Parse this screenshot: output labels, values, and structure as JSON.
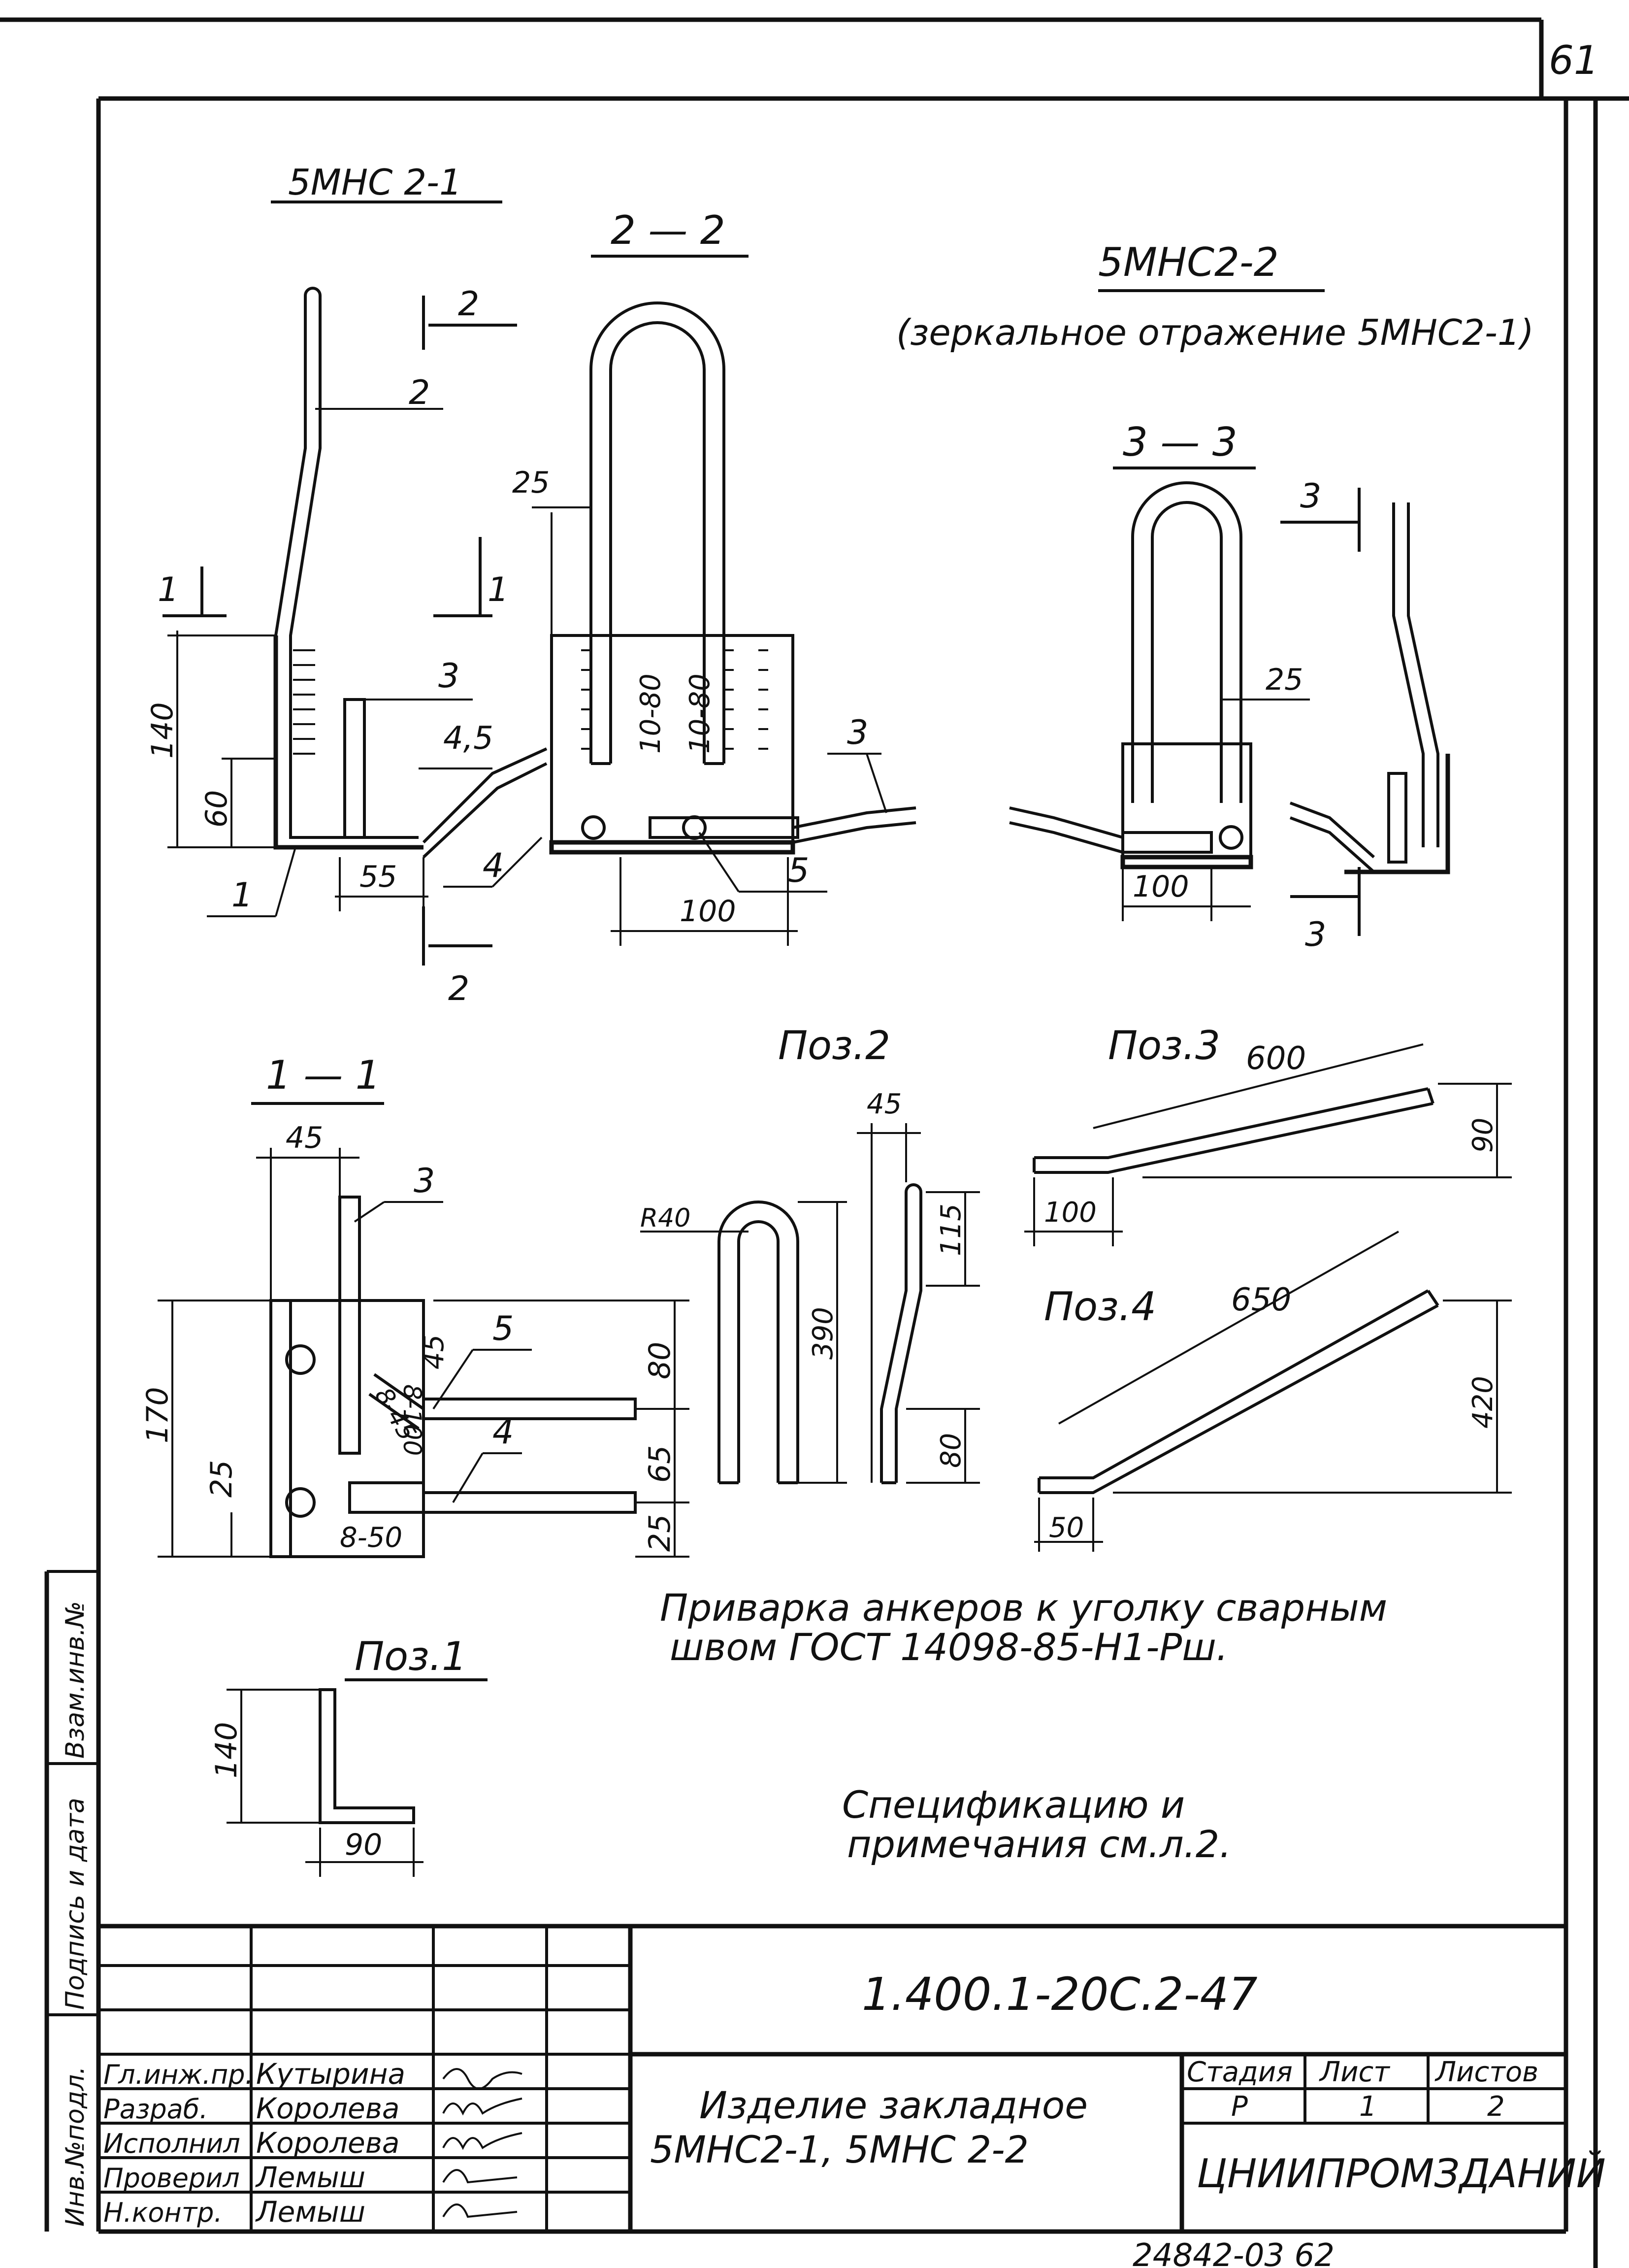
{
  "sheet": {
    "page_number": "61",
    "bottom_numbers": "24842-03   62"
  },
  "views": {
    "view_a_title": "5МНС 2-1",
    "view_b_title": "5МНС2-2",
    "view_b_subtitle": "(зеркальное отражение 5МНС2-1)",
    "section_2_title": "2 — 2",
    "section_3_title": "3 — 3",
    "section_1_title": "1 — 1",
    "poz1_title": "Поз.1",
    "poz2_title": "Поз.2",
    "poz3_title": "Поз.3",
    "poz4_title": "Поз.4"
  },
  "markers": {
    "m1": "1",
    "m2": "2",
    "m3": "3",
    "m4": "4",
    "m5": "5",
    "m45": "4,5"
  },
  "dimensions": {
    "d140": "140",
    "d60": "60",
    "d55": "55",
    "d25": "25",
    "d10_80": "10-80",
    "d100": "100",
    "d45": "45",
    "d170": "170",
    "d80": "80",
    "d65": "65",
    "d8_100": "8-100",
    "d8_45": "8-45",
    "d8_50": "8-50",
    "dR40": "R40",
    "d390": "390",
    "d115": "115",
    "d600": "600",
    "d90": "90",
    "d650": "650",
    "d420": "420",
    "d50": "50"
  },
  "notes": {
    "weld_line1": "Приварка анкеров к уголку сварным",
    "weld_line2": "швом ГОСТ 14098-85-Н1-Рш.",
    "spec_line1": "Спецификацию и",
    "spec_line2": "примечания см.л.2."
  },
  "stamp": {
    "side_1": "Инв.№подл.",
    "side_2": "Подпись и дата",
    "side_3": "Взам.инв.№",
    "designation": "1.400.1-20С.2-47",
    "product_line1": "Изделие закладное",
    "product_line2": "5МНС2-1, 5МНС 2-2",
    "stage_label": "Стадия",
    "sheet_label": "Лист",
    "sheets_label": "Листов",
    "stage_value": "Р",
    "sheet_value": "1",
    "sheets_value": "2",
    "organization": "ЦНИИПРОМЗДАНИЙ",
    "rows": [
      {
        "role": "Гл.инж.пр.",
        "name": "Кутырина"
      },
      {
        "role": "Разраб.",
        "name": "Королева"
      },
      {
        "role": "Исполнил",
        "name": "Королева"
      },
      {
        "role": "Проверил",
        "name": "Лемыш"
      },
      {
        "role": "Н.контр.",
        "name": "Лемыш"
      }
    ]
  }
}
